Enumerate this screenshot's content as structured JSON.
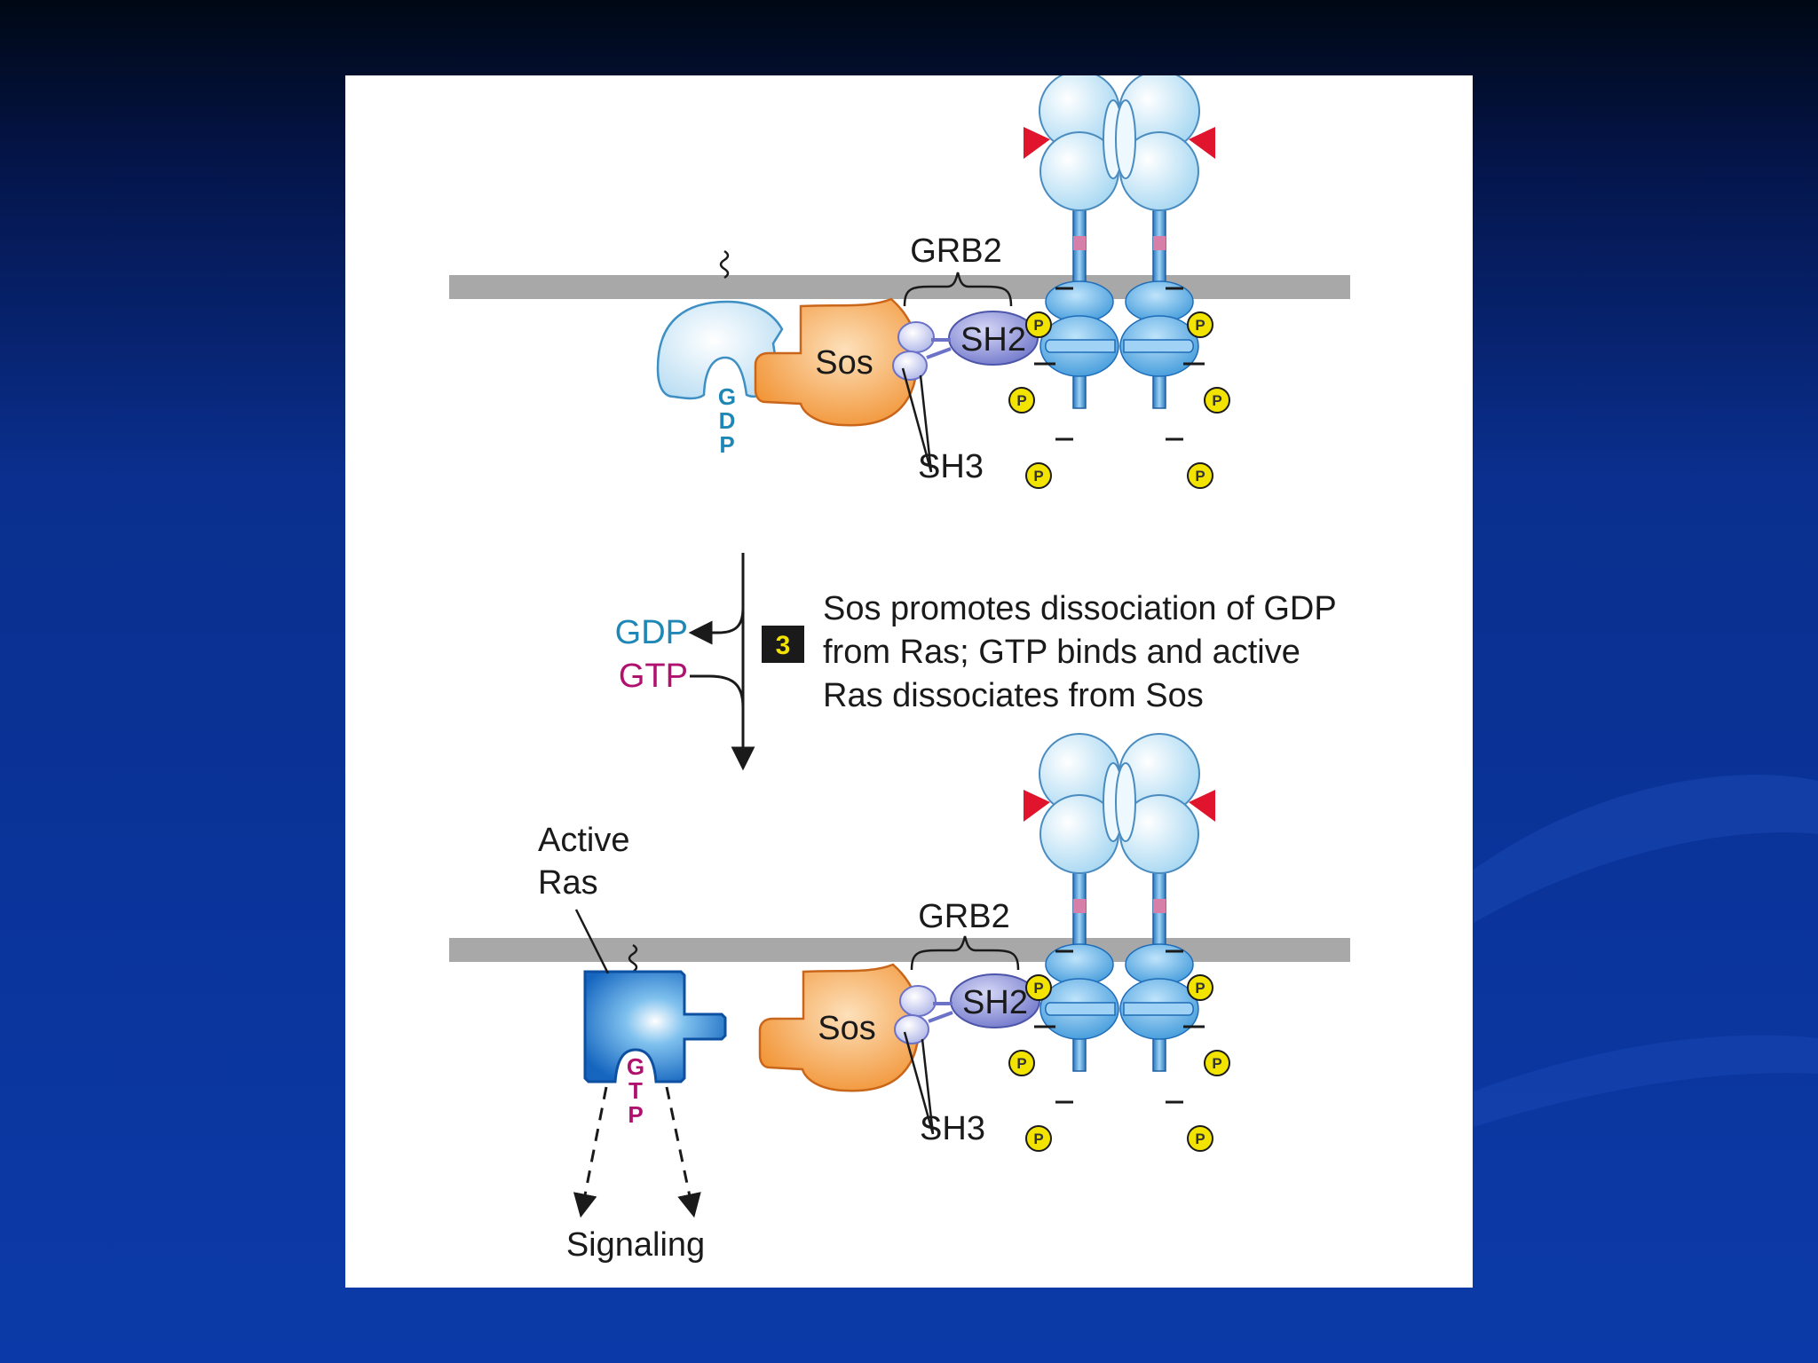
{
  "colors": {
    "slide_bg_top": "#000814",
    "slide_bg_bottom": "#0b3aa8",
    "gdp": "#1f87b5",
    "gtp": "#b0106e",
    "sos": "#f4a24c",
    "ras_inactive": "#cfe8f6",
    "ras_active": "#1a78c8",
    "sh2": "#8a90d6",
    "phosphate": "#f2e300",
    "membrane": "#a8a8a8",
    "ligand": "#e0142c",
    "receptor": "#3d8fd0"
  },
  "icons": [
    "phosphate-icon",
    "arrow-down-icon",
    "dashed-arrow-icon"
  ],
  "top_panel": {
    "grb2_label": "GRB2",
    "sos_label": "Sos",
    "sh2_label": "SH2",
    "sh3_label": "SH3",
    "nucleotide": [
      "G",
      "D",
      "P"
    ],
    "phosphate_label": "P"
  },
  "step": {
    "number": "3",
    "gdp_out": "GDP",
    "gtp_in": "GTP",
    "caption_lines": [
      "Sos promotes dissociation of GDP",
      "from Ras; GTP binds and active",
      "Ras dissociates from Sos"
    ]
  },
  "bottom_panel": {
    "active_ras_lines": [
      "Active",
      "Ras"
    ],
    "grb2_label": "GRB2",
    "sos_label": "Sos",
    "sh2_label": "SH2",
    "sh3_label": "SH3",
    "nucleotide": [
      "G",
      "T",
      "P"
    ],
    "signaling_label": "Signaling",
    "phosphate_label": "P"
  }
}
